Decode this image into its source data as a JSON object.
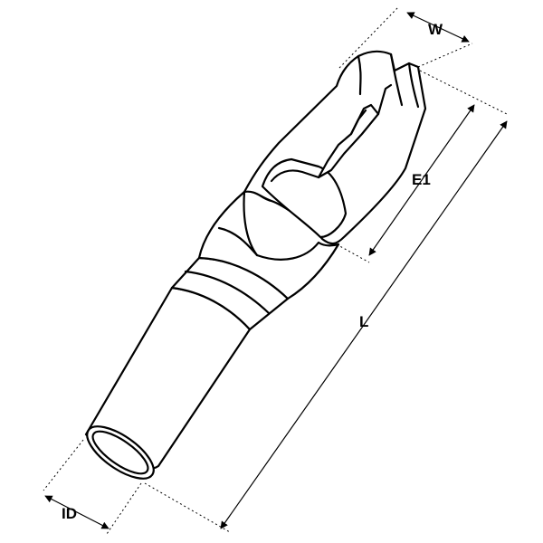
{
  "dimensions": {
    "width_label": "W",
    "contact_length_label": "E1",
    "overall_length_label": "L",
    "inner_diameter_label": "ID"
  },
  "colors": {
    "line": "#000000",
    "background": "#ffffff"
  }
}
